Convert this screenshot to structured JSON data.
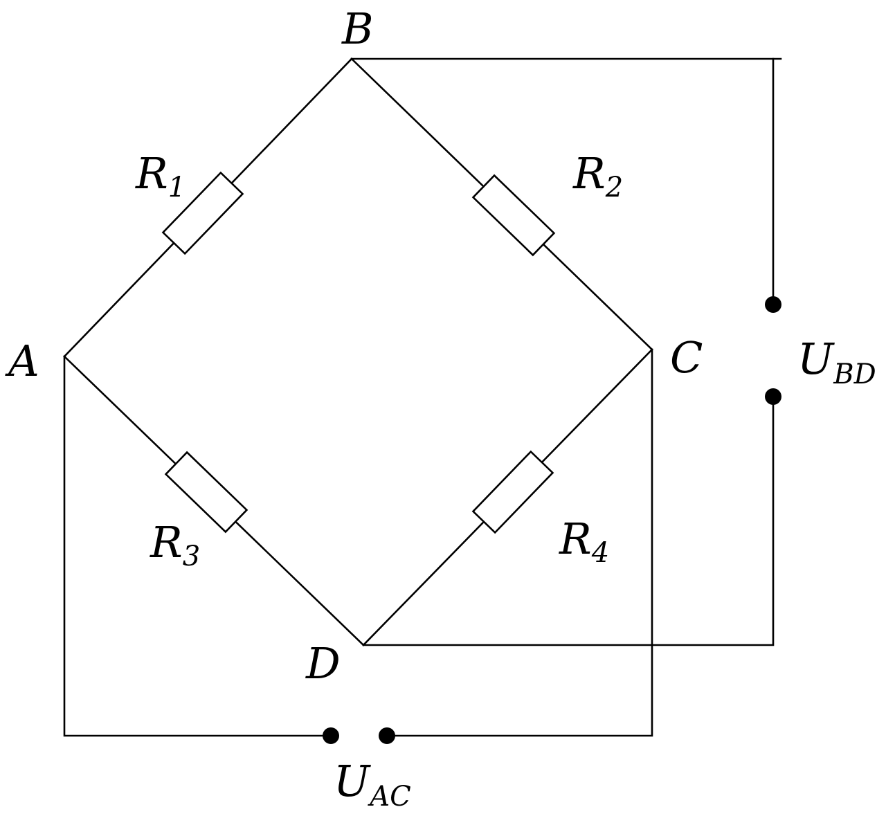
{
  "colors": {
    "line": "#000000",
    "background": "#ffffff"
  },
  "nodes": {
    "A": "A",
    "B": "B",
    "C": "C",
    "D": "D"
  },
  "resistors": [
    {
      "main": "R",
      "sub": "1"
    },
    {
      "main": "R",
      "sub": "2"
    },
    {
      "main": "R",
      "sub": "3"
    },
    {
      "main": "R",
      "sub": "4"
    }
  ],
  "voltages": {
    "bd": {
      "main": "U",
      "sub": "BD"
    },
    "ac": {
      "main": "U",
      "sub": "AC"
    }
  }
}
